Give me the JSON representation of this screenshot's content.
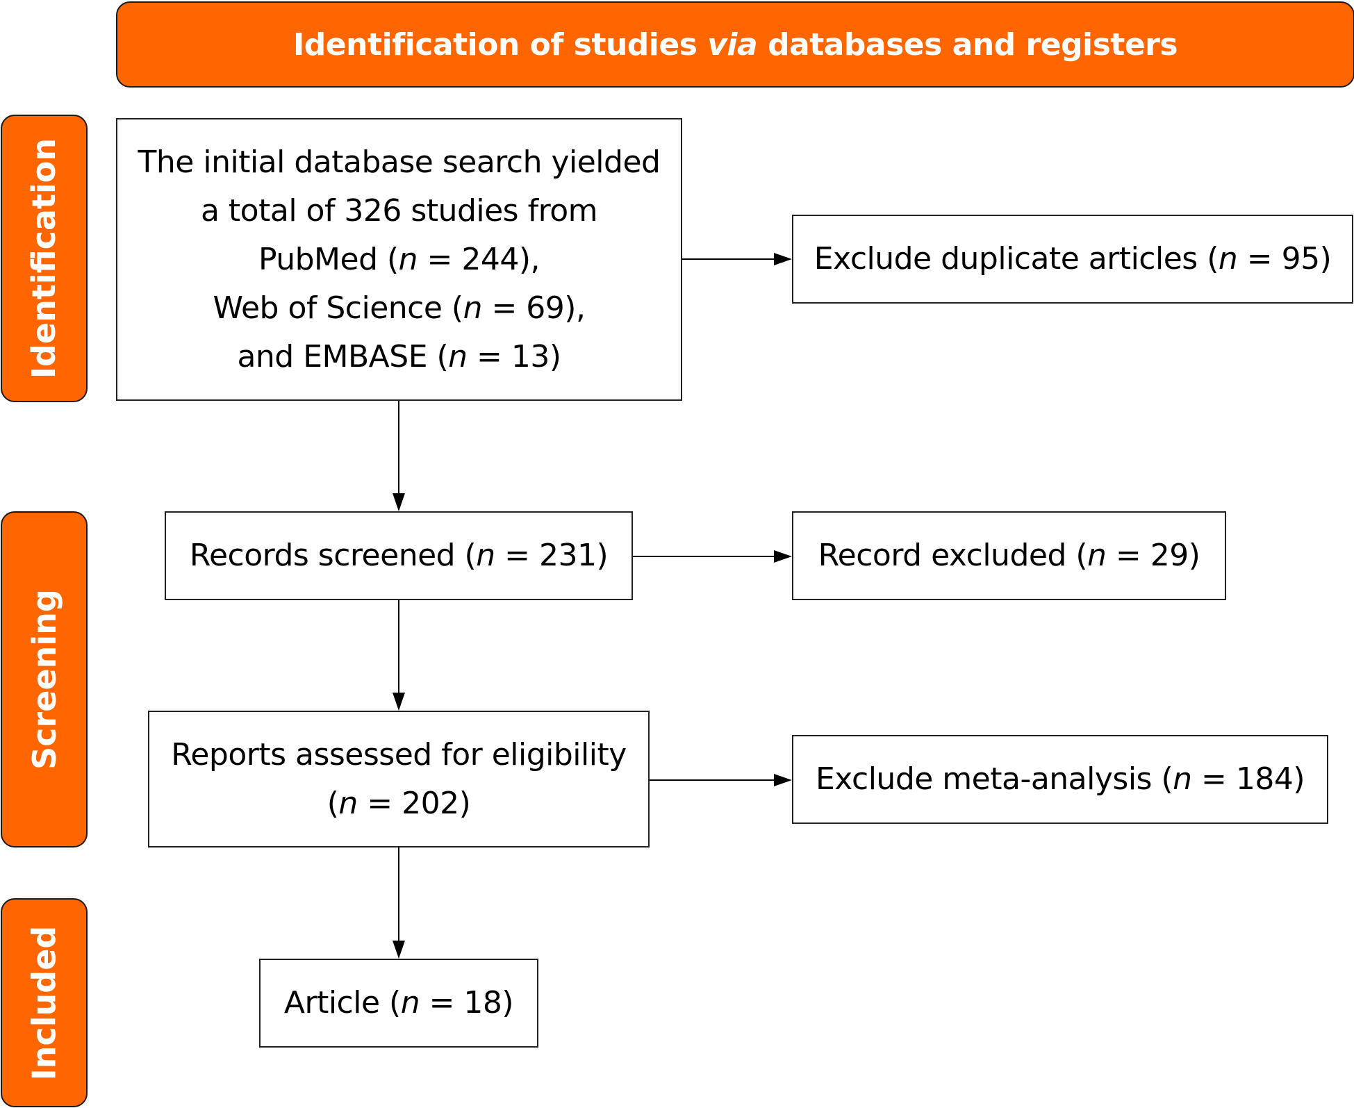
{
  "colors": {
    "accent": "#ff6600",
    "border": "#000000",
    "text": "#000000",
    "label_text": "#ffffff"
  },
  "header": {
    "prefix": "Identification of studies ",
    "italic": "via",
    "suffix": " databases and registers"
  },
  "phases": [
    {
      "label": "Identification"
    },
    {
      "label": "Screening"
    },
    {
      "label": "Included"
    }
  ],
  "boxes": {
    "initial_search": {
      "lines": [
        {
          "text": "The initial database search yielded"
        },
        {
          "text": "a total of 326 studies from"
        },
        {
          "pre": "PubMed (",
          "n": "n",
          "post": " = 244),"
        },
        {
          "pre": "Web of Science (",
          "n": "n",
          "post": " = 69),"
        },
        {
          "pre": "and EMBASE (",
          "n": "n",
          "post": " = 13)"
        }
      ]
    },
    "duplicates": {
      "pre": "Exclude duplicate articles (",
      "n": "n",
      "post": " = 95)"
    },
    "records_screened": {
      "pre": "Records screened (",
      "n": "n",
      "post": " = 231)"
    },
    "records_excluded": {
      "pre": "Record excluded (",
      "n": "n",
      "post": " = 29)"
    },
    "reports_assessed": {
      "line1": "Reports assessed for eligibility",
      "pre": "(",
      "n": "n",
      "post": " = 202)"
    },
    "meta_excluded": {
      "pre": "Exclude meta-analysis (",
      "n": "n",
      "post": " = 184)"
    },
    "article": {
      "pre": "Article (",
      "n": "n",
      "post": " = 18)"
    }
  },
  "flow_counts": {
    "initial_total": 326,
    "pubmed": 244,
    "web_of_science": 69,
    "embase": 13,
    "duplicates_excluded": 95,
    "records_screened": 231,
    "records_excluded": 29,
    "reports_assessed": 202,
    "meta_analysis_excluded": 184,
    "articles_included": 18
  }
}
